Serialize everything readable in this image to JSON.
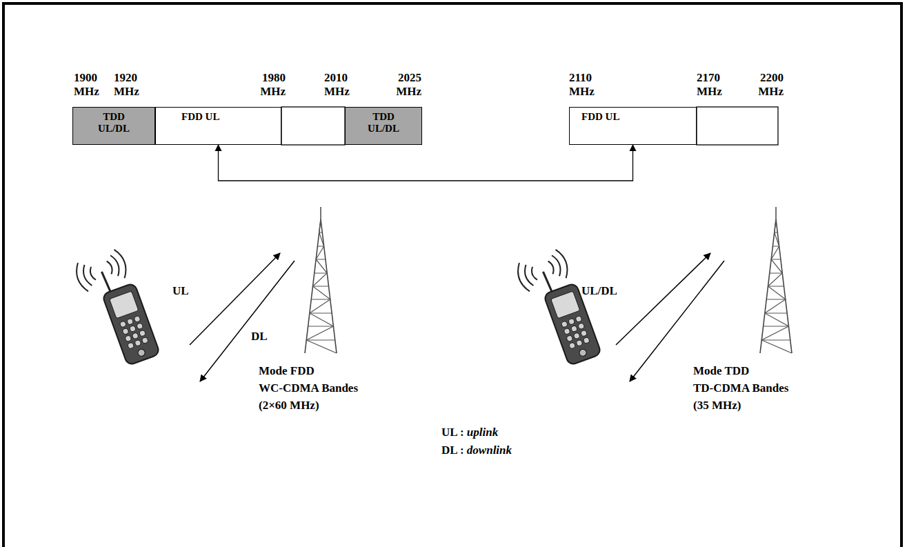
{
  "diagram": {
    "nodes": [
      {
        "text": [
          "TDD UL/DL"
        ]
      },
      {
        "text": [
          "FDD UL"
        ]
      },
      {
        "text": [
          "TDD UL/DL"
        ]
      },
      {
        "text": [
          "FDD UL"
        ]
      }
    ],
    "edges": [
      {
        "from": 1,
        "to": 3,
        "arrow": "both"
      }
    ],
    "labels": [
      "1900 MHz",
      "1920 MHz",
      "1980 MHz",
      "2010 MHz",
      "2025 MHz",
      "2110 MHz",
      "2170 MHz",
      "2200 MHz",
      "UL",
      "DL",
      "UL/DL",
      "Mode FDD",
      "WC-CDMA Bandes",
      "(2×60 MHz)",
      "Mode TDD",
      "TD-CDMA Bandes",
      "(35 MHz)",
      "UL : uplink",
      "DL : downlink"
    ]
  }
}
